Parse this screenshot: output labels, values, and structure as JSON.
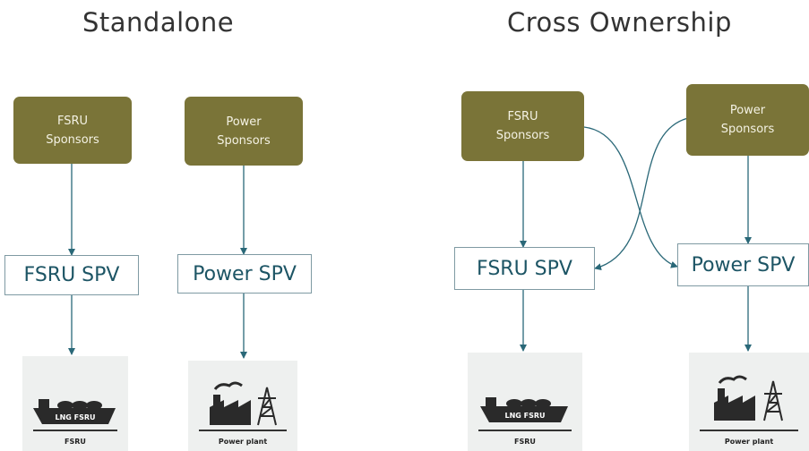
{
  "standalone": {
    "title": "Standalone",
    "fsru_sponsors": [
      "FSRU",
      "Sponsors"
    ],
    "power_sponsors": [
      "Power",
      "Sponsors"
    ],
    "fsru_spv": "FSRU SPV",
    "power_spv": "Power SPV",
    "fsru_asset": {
      "caption": "FSRU",
      "ship_label": "LNG FSRU",
      "icon": "lng-ship-icon"
    },
    "power_asset": {
      "caption": "Power plant",
      "icon": "factory-pylon-icon"
    }
  },
  "cross": {
    "title": "Cross Ownership",
    "fsru_sponsors": [
      "FSRU",
      "Sponsors"
    ],
    "power_sponsors": [
      "Power",
      "Sponsors"
    ],
    "fsru_spv": "FSRU SPV",
    "power_spv": "Power SPV",
    "fsru_asset": {
      "caption": "FSRU",
      "ship_label": "LNG FSRU",
      "icon": "lng-ship-icon"
    },
    "power_asset": {
      "caption": "Power plant",
      "icon": "factory-pylon-icon"
    }
  },
  "colors": {
    "sponsor_fill": "#7a7438",
    "spv_text": "#1d5565",
    "arrow": "#2a6878"
  }
}
